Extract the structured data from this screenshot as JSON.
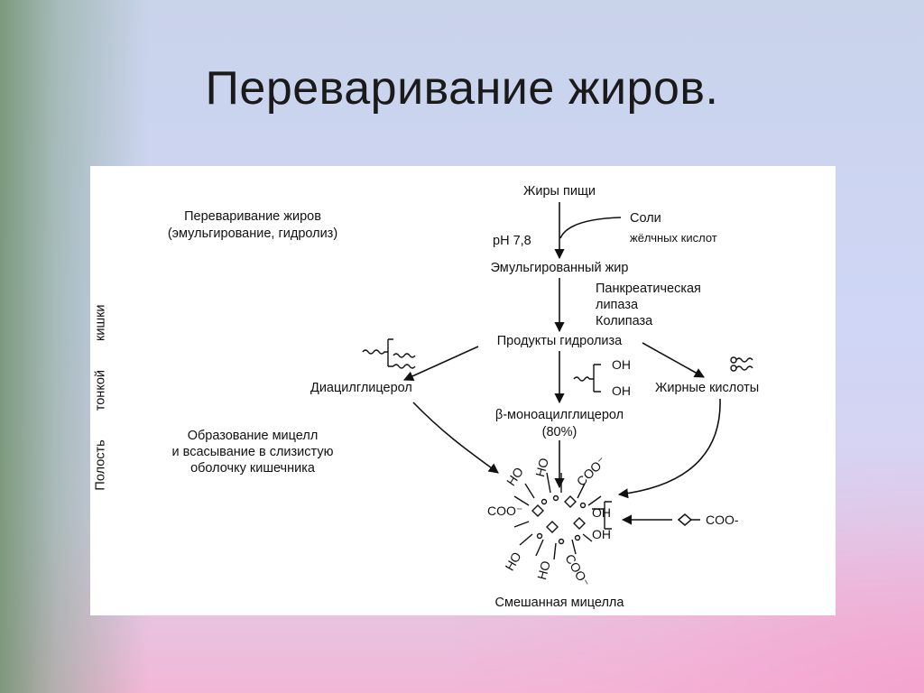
{
  "slide": {
    "title": "Переваривание жиров."
  },
  "diagram": {
    "left_notes": {
      "top_line1": "Переваривание жиров",
      "top_line2": "(эмульгирование, гидролиз)",
      "bottom_line1": "Образование мицелл",
      "bottom_line2": "и всасывание в слизистую",
      "bottom_line3": "оболочку кишечника"
    },
    "vertical_label": "Полость тонкой кишки",
    "nodes": {
      "food_fats": "Жиры пищи",
      "ph": "pH 7,8",
      "salts_line1": "Соли",
      "salts_line2": "жёлчных кислот",
      "emulsified": "Эмульгированный жир",
      "enzymes_line1": "Панкреатическая",
      "enzymes_line2": "липаза",
      "enzymes_line3": "Колипаза",
      "products": "Продукты гидролиза",
      "diacyl": "Диацилглицерол",
      "fatty_acids": "Жирные кислоты",
      "mono_line1": "β-моноацилглицерол",
      "mono_line2": "(80%)",
      "micelle": "Смешанная мицелла"
    },
    "chem": {
      "oh": "OH",
      "ho": "HO",
      "coo": "COO⁻",
      "coo_label": "COO-"
    }
  }
}
